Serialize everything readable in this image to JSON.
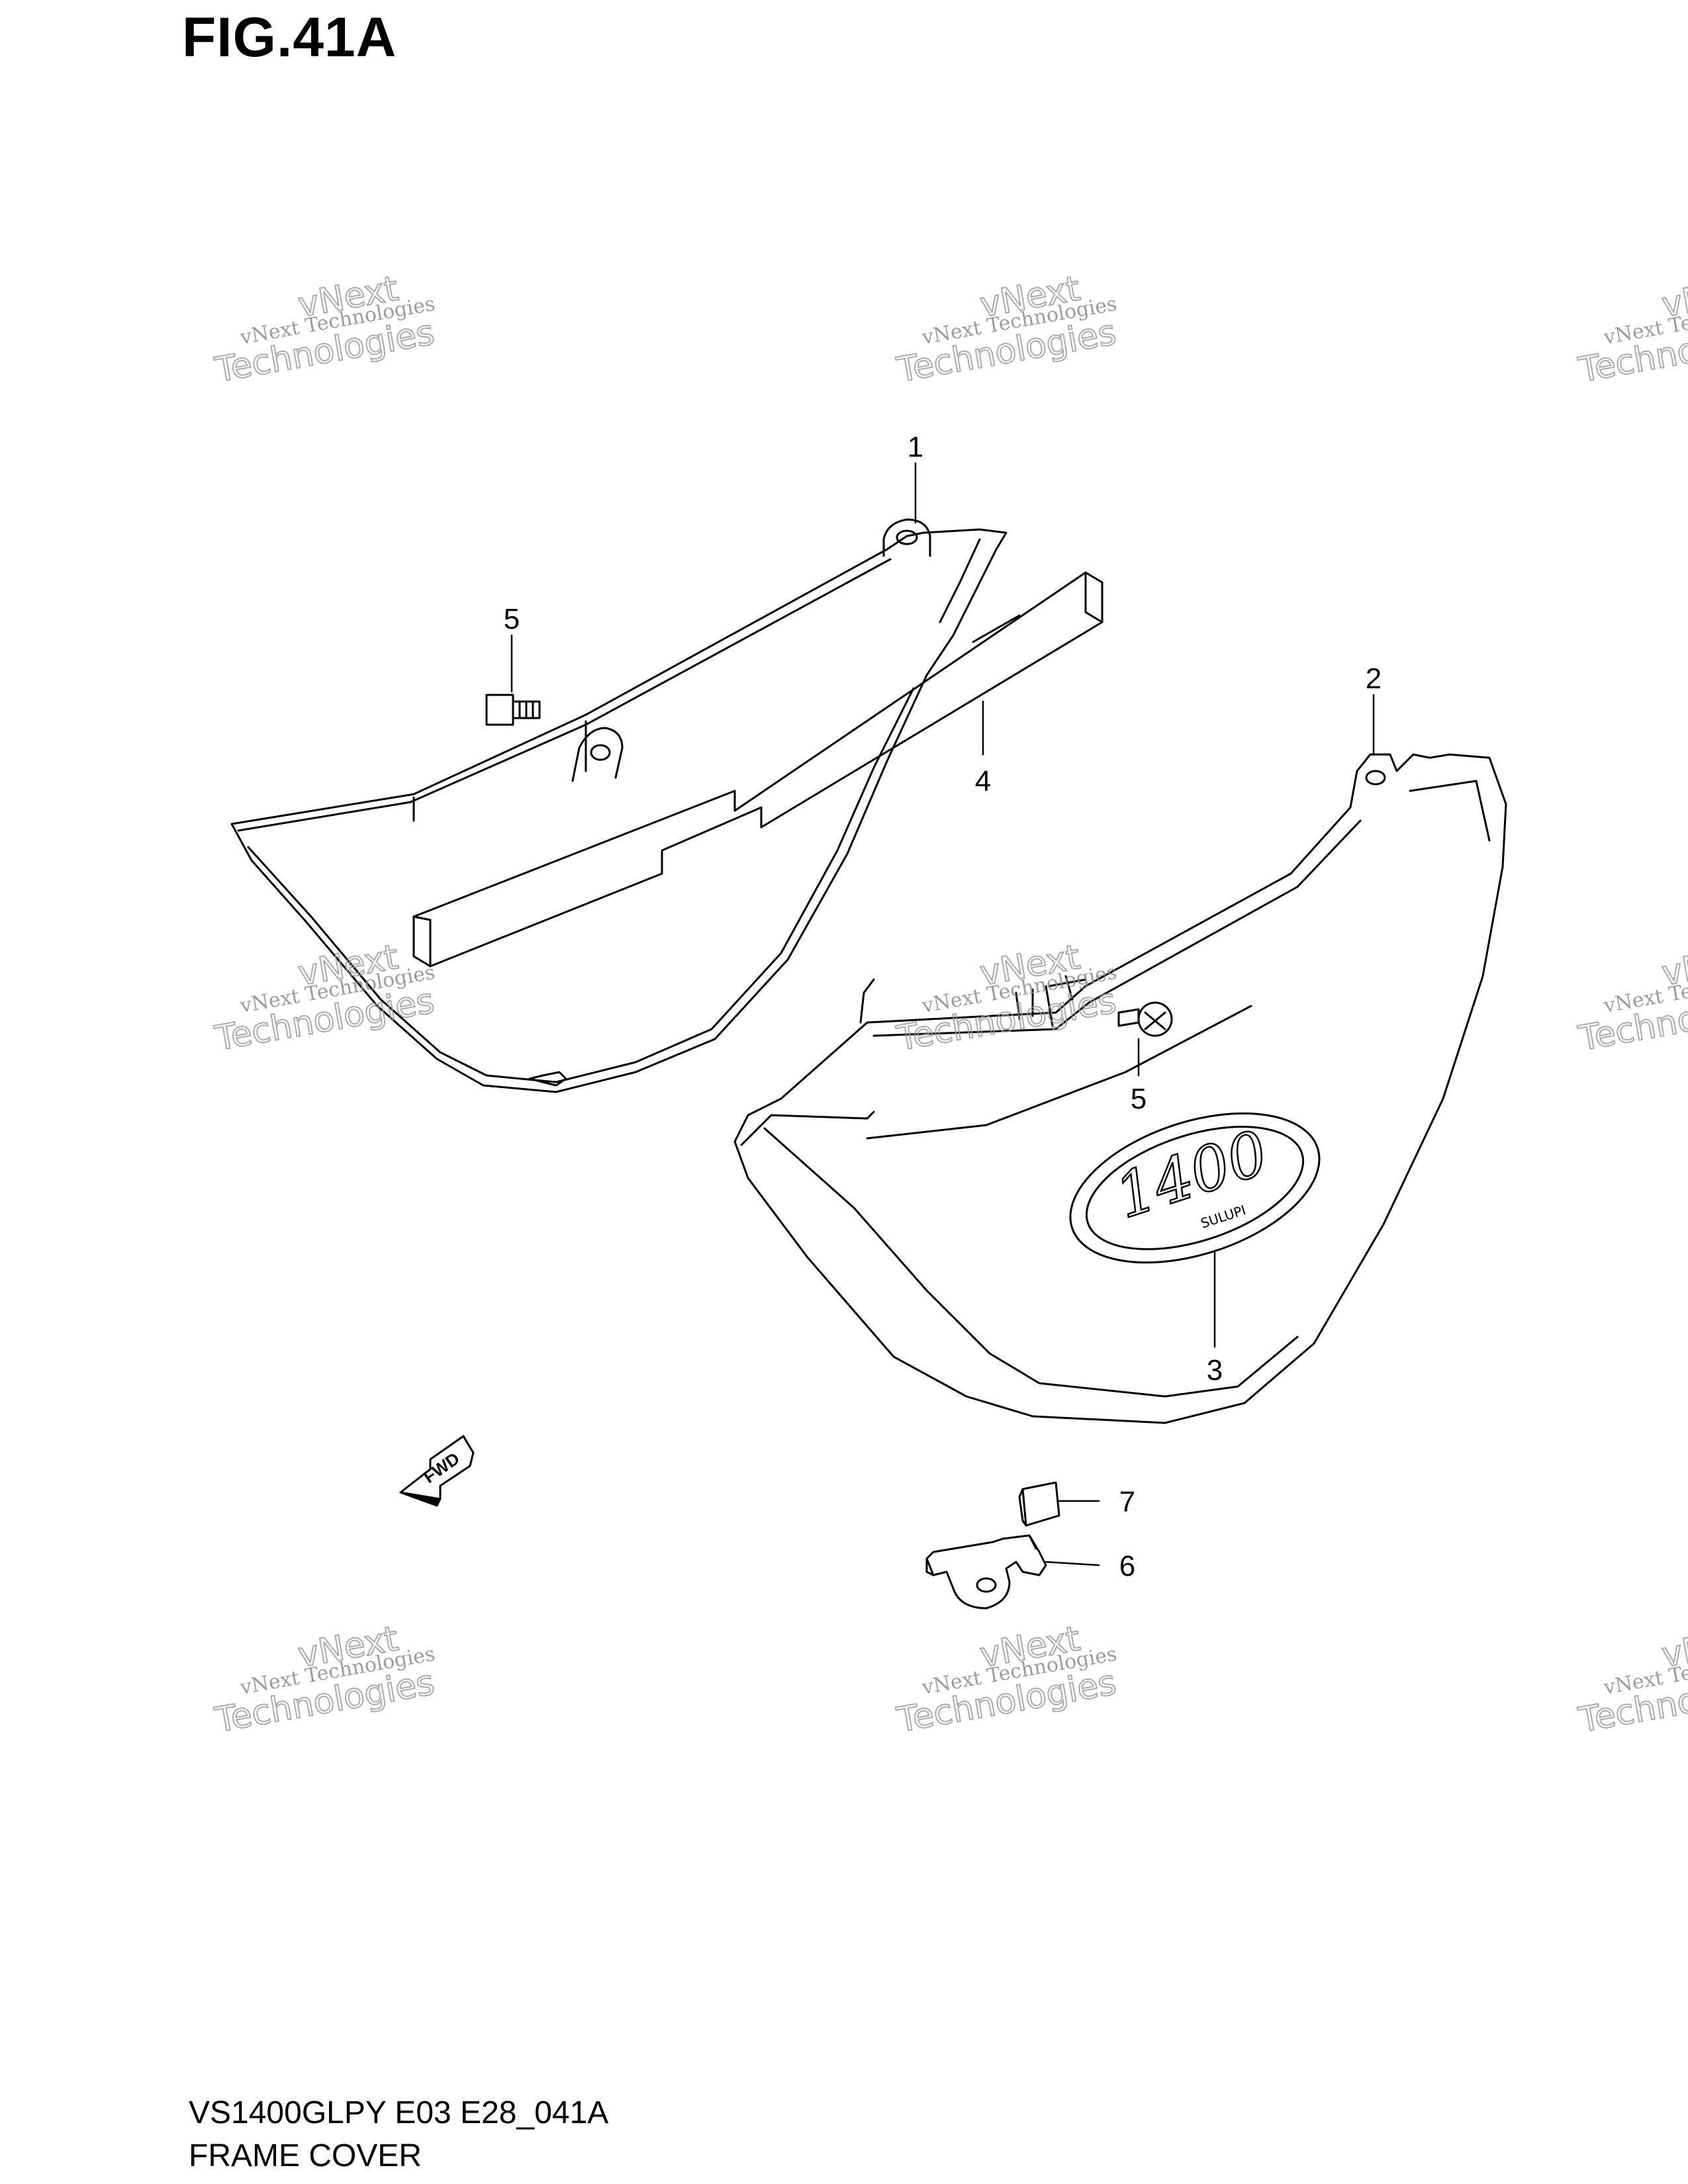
{
  "figure": {
    "title": "FIG.41A"
  },
  "footer": {
    "model_code": "VS1400GLPY E03 E28_041A",
    "section_name": "FRAME COVER"
  },
  "callouts": [
    "1",
    "2",
    "3",
    "4",
    "5",
    "5",
    "6",
    "7"
  ],
  "direction_label": "FWD",
  "emblem_text": {
    "number": "1400",
    "sub": "SULUPI"
  },
  "watermark": {
    "small": "vNext Technologies",
    "big_top": "vNext",
    "big_bottom": "Technologies"
  },
  "colors": {
    "line": "#000000",
    "background": "#ffffff",
    "watermark": "#9a9a9a"
  }
}
